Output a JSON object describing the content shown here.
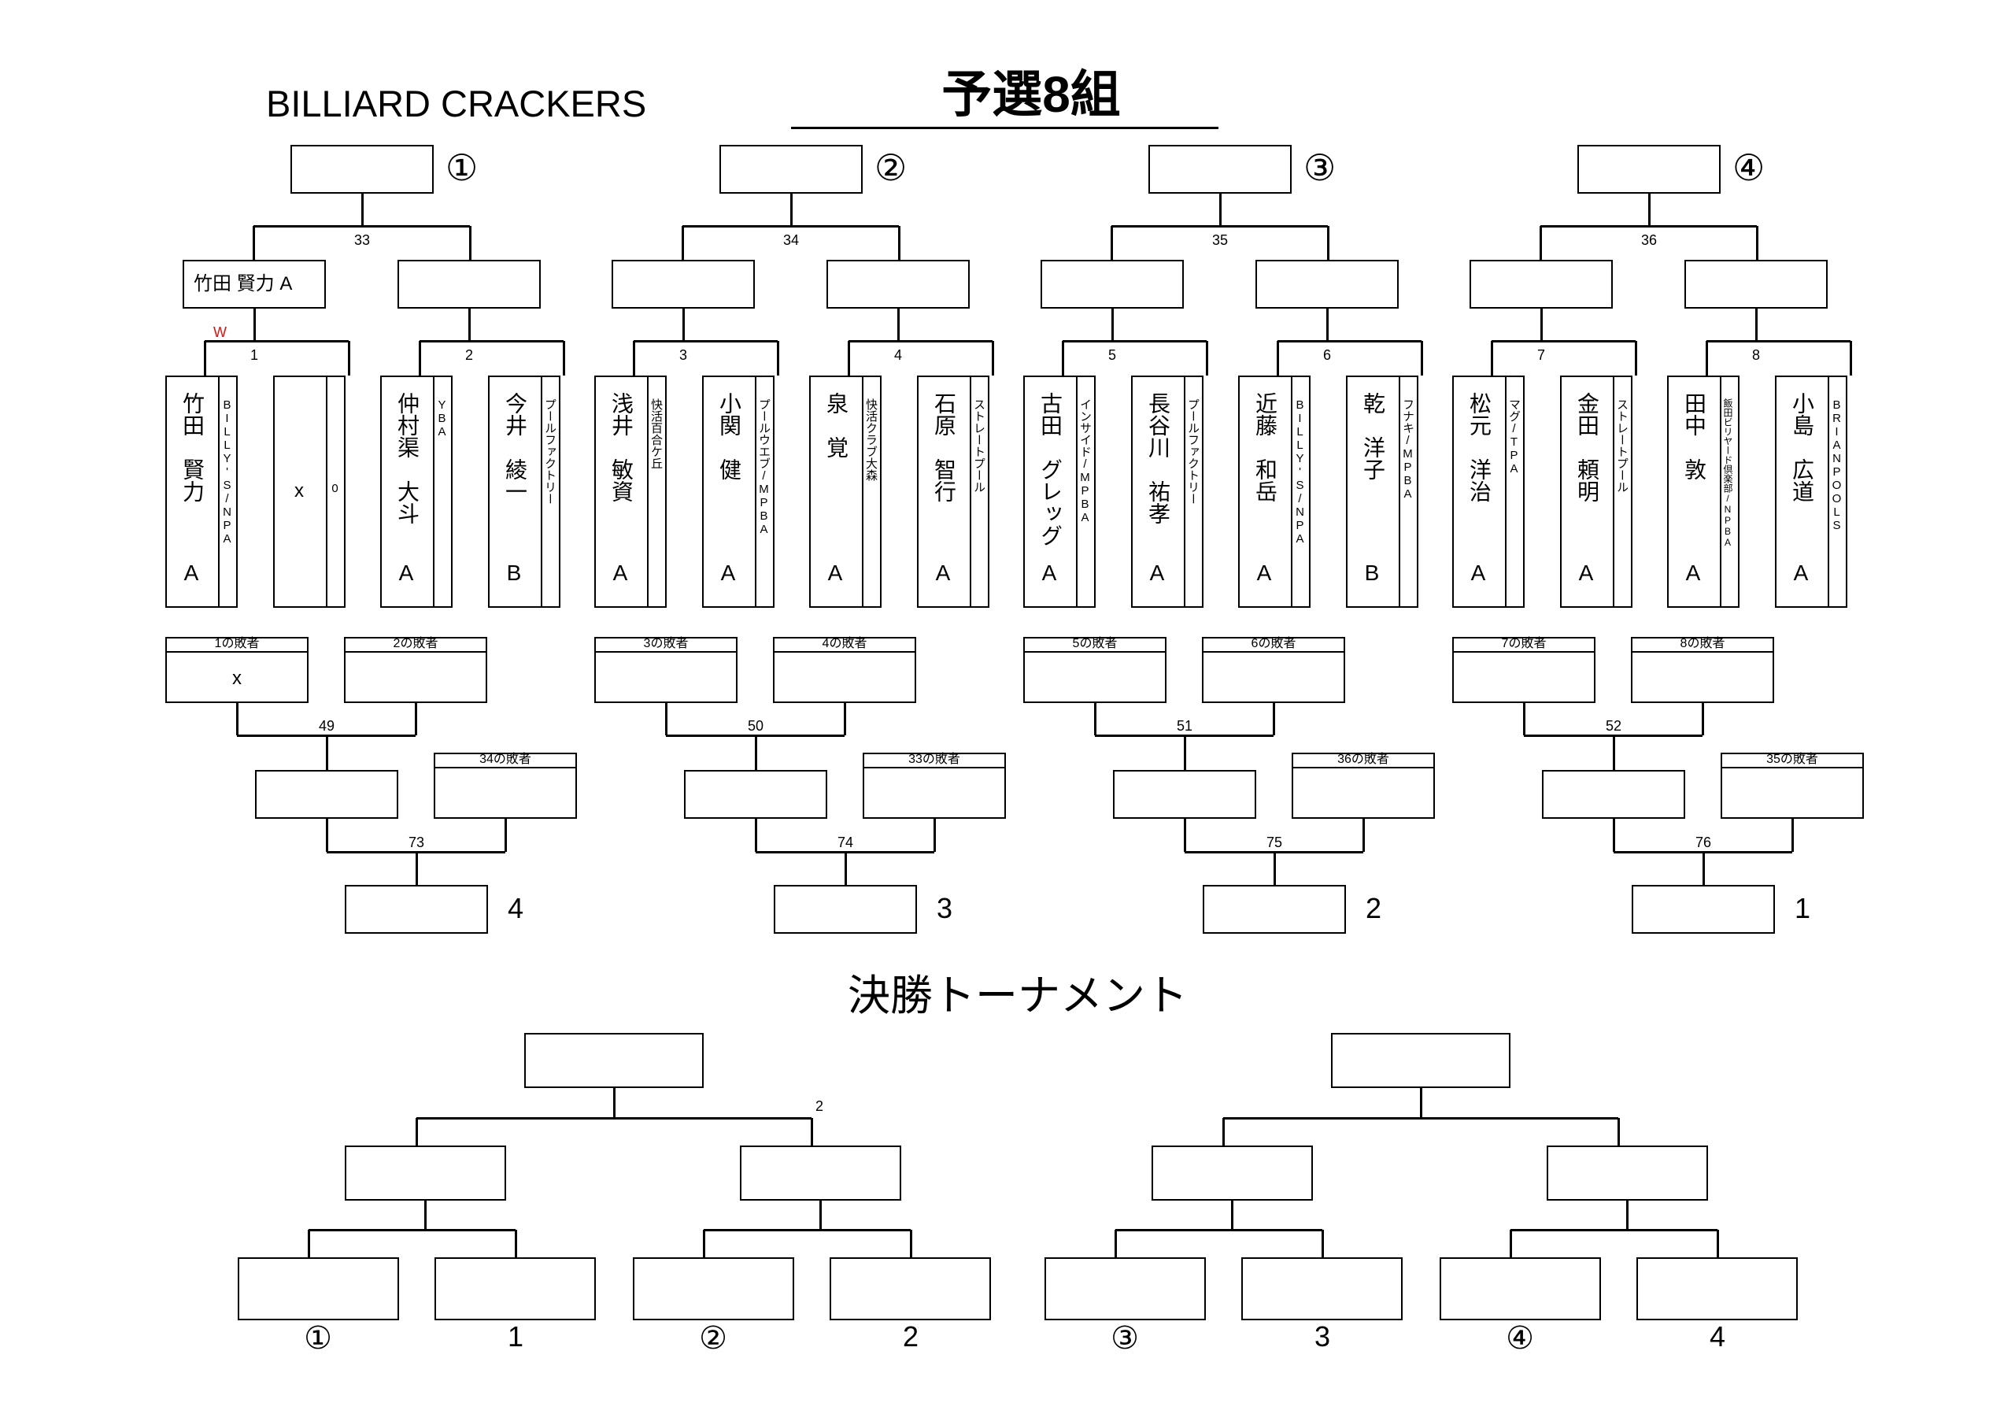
{
  "title": "BILLIARD CRACKERS",
  "group_title": "予選8組",
  "finals_title": "決勝トーナメント",
  "circled": [
    "①",
    "②",
    "③",
    "④"
  ],
  "final_round_matches": [
    "33",
    "34",
    "35",
    "36"
  ],
  "second_round": [
    {
      "left": "竹田 賢力 A",
      "right": ""
    },
    {
      "left": "",
      "right": ""
    },
    {
      "left": "",
      "right": ""
    },
    {
      "left": "",
      "right": ""
    }
  ],
  "win_mark": "W",
  "first_round_matches": [
    "1",
    "2",
    "3",
    "4",
    "5",
    "6",
    "7",
    "8"
  ],
  "players": [
    {
      "name": "竹田　賢力",
      "grade": "A",
      "club": "BILLY'S/NPA"
    },
    {
      "name": "",
      "grade": "x",
      "club": "0"
    },
    {
      "name": "仲村渠　大斗",
      "grade": "A",
      "club": "YBA"
    },
    {
      "name": "今井　綾一",
      "grade": "B",
      "club": "プールファクトリー"
    },
    {
      "name": "浅井　敏資",
      "grade": "A",
      "club": "快活百合ケ丘"
    },
    {
      "name": "小関　健",
      "grade": "A",
      "club": "プールウエブ/MPBA"
    },
    {
      "name": "泉　覚",
      "grade": "A",
      "club": "快活クラブ大森"
    },
    {
      "name": "石原　智行",
      "grade": "A",
      "club": "ストレートプール"
    },
    {
      "name": "古田　グレッグ",
      "grade": "A",
      "club": "インサイド/MPBA"
    },
    {
      "name": "長谷川　祐孝",
      "grade": "A",
      "club": "プールファクトリー"
    },
    {
      "name": "近藤　和岳",
      "grade": "A",
      "club": "BILLY'S/NPA"
    },
    {
      "name": "乾　洋子",
      "grade": "B",
      "club": "フナキ/MPBA"
    },
    {
      "name": "松元　洋治",
      "grade": "A",
      "club": "マグ/TPA"
    },
    {
      "name": "金田　頼明",
      "grade": "A",
      "club": "ストレートプール"
    },
    {
      "name": "田中　敦",
      "grade": "A",
      "club": "飯田ビリヤード倶楽部/NPBA"
    },
    {
      "name": "小島　広道",
      "grade": "A",
      "club": "BRIANPOOLS"
    }
  ],
  "losers_round": [
    {
      "left_label": "1の敗者",
      "left_value": "x",
      "right_label": "2の敗者",
      "right_value": "",
      "match": "49",
      "drop_label": "34の敗者",
      "final_match": "73",
      "place": "4"
    },
    {
      "left_label": "3の敗者",
      "left_value": "",
      "right_label": "4の敗者",
      "right_value": "",
      "match": "50",
      "drop_label": "33の敗者",
      "final_match": "74",
      "place": "3"
    },
    {
      "left_label": "5の敗者",
      "left_value": "",
      "right_label": "6の敗者",
      "right_value": "",
      "match": "51",
      "drop_label": "36の敗者",
      "final_match": "75",
      "place": "2"
    },
    {
      "left_label": "7の敗者",
      "left_value": "",
      "right_label": "8の敗者",
      "right_value": "",
      "match": "52",
      "drop_label": "35の敗者",
      "final_match": "76",
      "place": "1"
    }
  ],
  "finals_match_label": "2",
  "finals_seeds": [
    "①",
    "1",
    "②",
    "2",
    "③",
    "3",
    "④",
    "4"
  ]
}
